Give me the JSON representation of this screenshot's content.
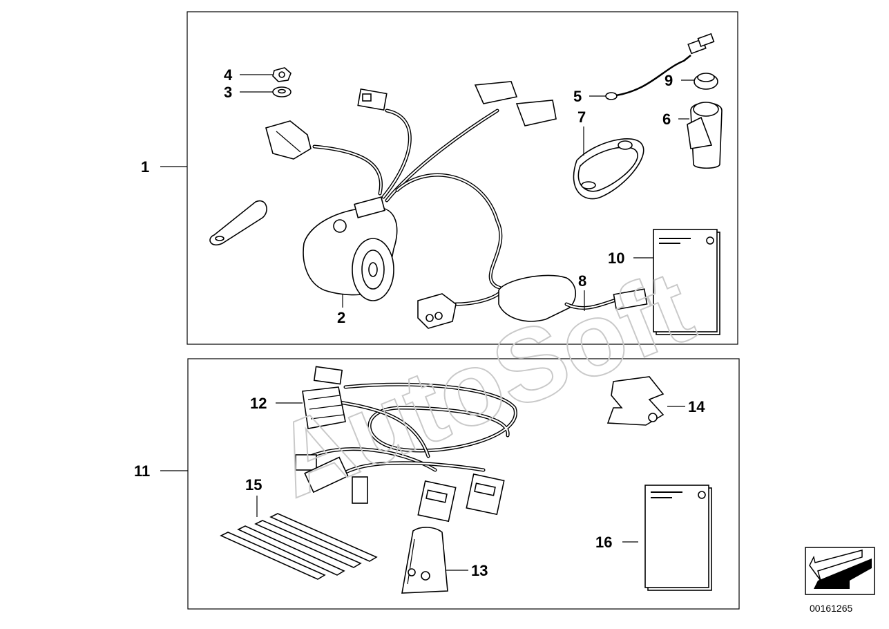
{
  "watermark": "AutoSoft",
  "document_number": "00161265",
  "callouts": {
    "c1": "1",
    "c2": "2",
    "c3": "3",
    "c4": "4",
    "c5": "5",
    "c6": "6",
    "c7": "7",
    "c8": "8",
    "c9": "9",
    "c10": "10",
    "c11": "11",
    "c12": "12",
    "c13": "13",
    "c14": "14",
    "c15": "15",
    "c16": "16"
  },
  "icons": {
    "navigation": "arrow-icon"
  }
}
